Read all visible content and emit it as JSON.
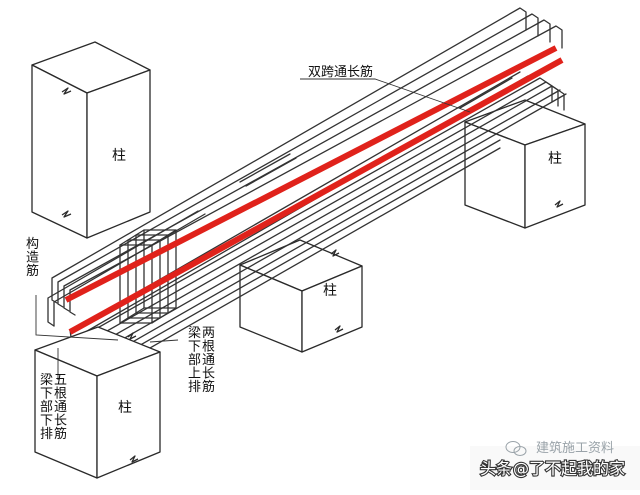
{
  "colors": {
    "rebar": "#333333",
    "highlight": "#e0221b",
    "column_fill": "#ffffff",
    "line": "#2a2a2a"
  },
  "labels": {
    "column": "柱",
    "double_span_bar": "双跨通长筋",
    "structural_bar": "构造筋",
    "bottom_upper_row": "梁下部上排两根通长筋",
    "bottom_lower_row": "梁下部下排五根通长筋"
  },
  "watermark": {
    "prefix": "头条",
    "handle": "@了不起我的家",
    "overlay": "建筑施工资料"
  },
  "icons": [
    "wechat-icon"
  ]
}
